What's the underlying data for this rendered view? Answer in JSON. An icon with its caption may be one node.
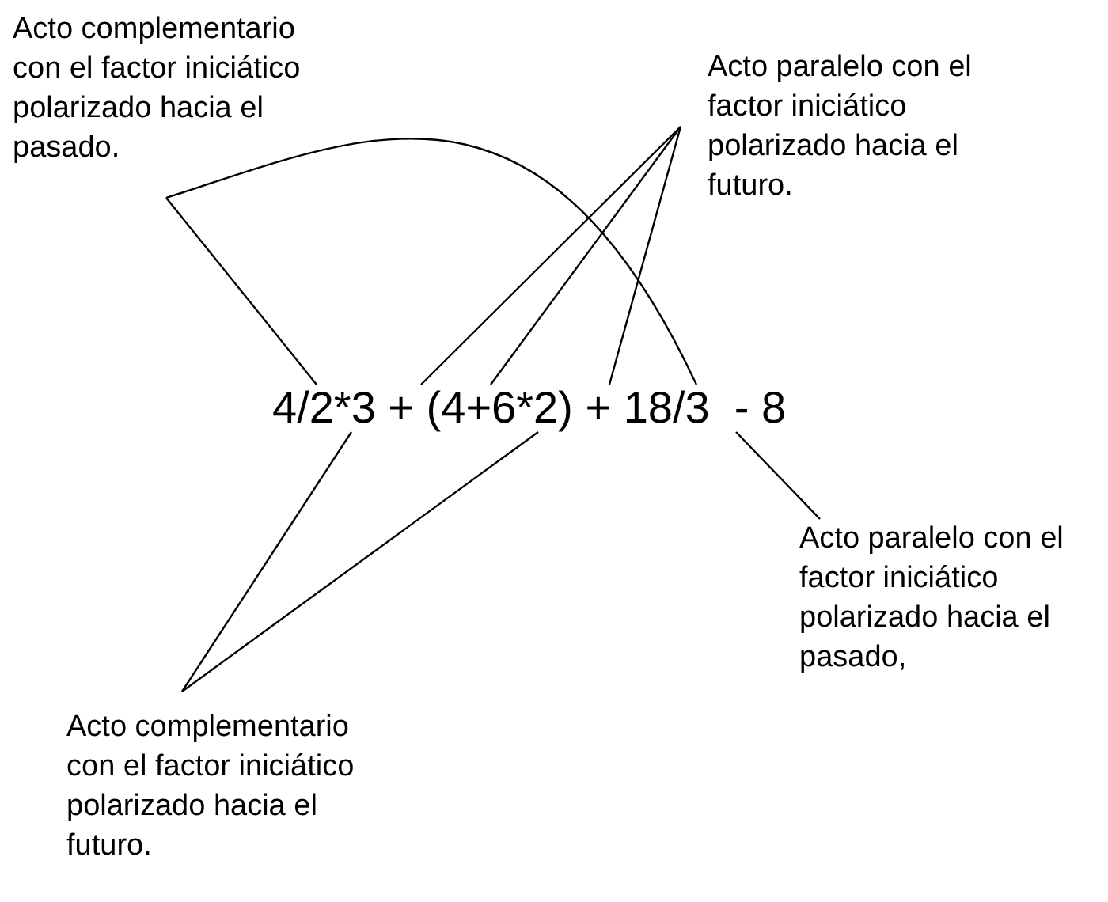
{
  "diagram": {
    "nodes": [
      {
        "text": [
          "Acto complementario con el factor iniciático polarizado hacia el pasado."
        ]
      },
      {
        "text": [
          "Acto paralelo con el factor iniciático polarizado hacia el futuro."
        ]
      },
      {
        "text": [
          "4/2*3 + (4+6*2) + 18/3  - 8"
        ]
      },
      {
        "text": [
          "Acto paralelo con el factor iniciático polarizado hacia el pasado,"
        ]
      },
      {
        "text": [
          "Acto complementario con el factor iniciático polarizado hacia el futuro."
        ]
      }
    ],
    "edges": [
      {
        "from": 0,
        "to": 2,
        "arrow": "none"
      },
      {
        "from": 0,
        "to": 2,
        "arrow": "none"
      },
      {
        "from": 1,
        "to": 2,
        "arrow": "none"
      },
      {
        "from": 1,
        "to": 2,
        "arrow": "none"
      },
      {
        "from": 1,
        "to": 2,
        "arrow": "none"
      },
      {
        "from": 3,
        "to": 2,
        "arrow": "none"
      },
      {
        "from": 4,
        "to": 2,
        "arrow": "none"
      },
      {
        "from": 4,
        "to": 2,
        "arrow": "none"
      }
    ]
  }
}
